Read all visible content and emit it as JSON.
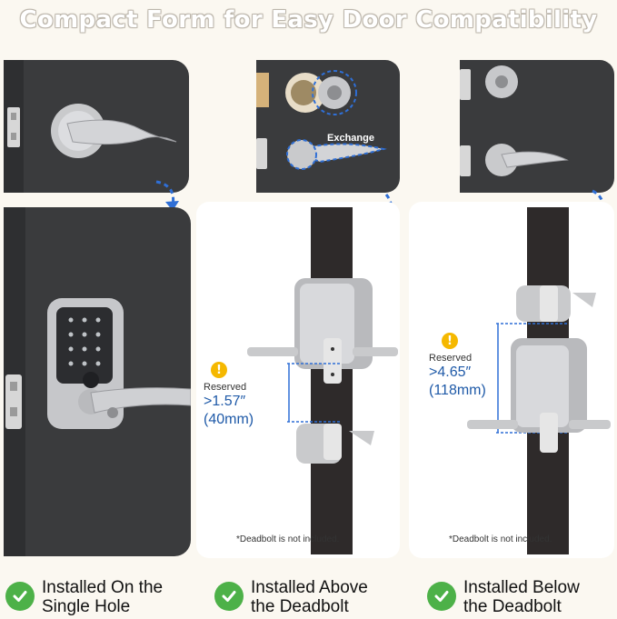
{
  "header": {
    "title": "Compact Form for Easy Door Compatibility"
  },
  "top_panels": {
    "middle": {
      "exchange_label": "Exchange"
    }
  },
  "reserved": {
    "middle": {
      "label": "Reserved",
      "value_in": ">1.57″",
      "value_mm": "(40mm)"
    },
    "right": {
      "label": "Reserved",
      "value_in": ">4.65″",
      "value_mm": "(118mm)"
    }
  },
  "notes": {
    "middle": "*Deadbolt is not included.",
    "right": "*Deadbolt is not included."
  },
  "captions": [
    {
      "line1": "Installed On the",
      "line2": "Single Hole"
    },
    {
      "line1": "Installed Above",
      "line2": "the Deadbolt"
    },
    {
      "line1": "Installed Below",
      "line2": "the Deadbolt"
    }
  ],
  "colors": {
    "accent_blue": "#2f6fd6",
    "check_green": "#4db148",
    "door_dark": "#3a3b3d",
    "warning_yellow": "#f5b800"
  },
  "icons": [
    "dashed-curve-arrow-icon",
    "check-circle-icon",
    "warning-icon"
  ]
}
